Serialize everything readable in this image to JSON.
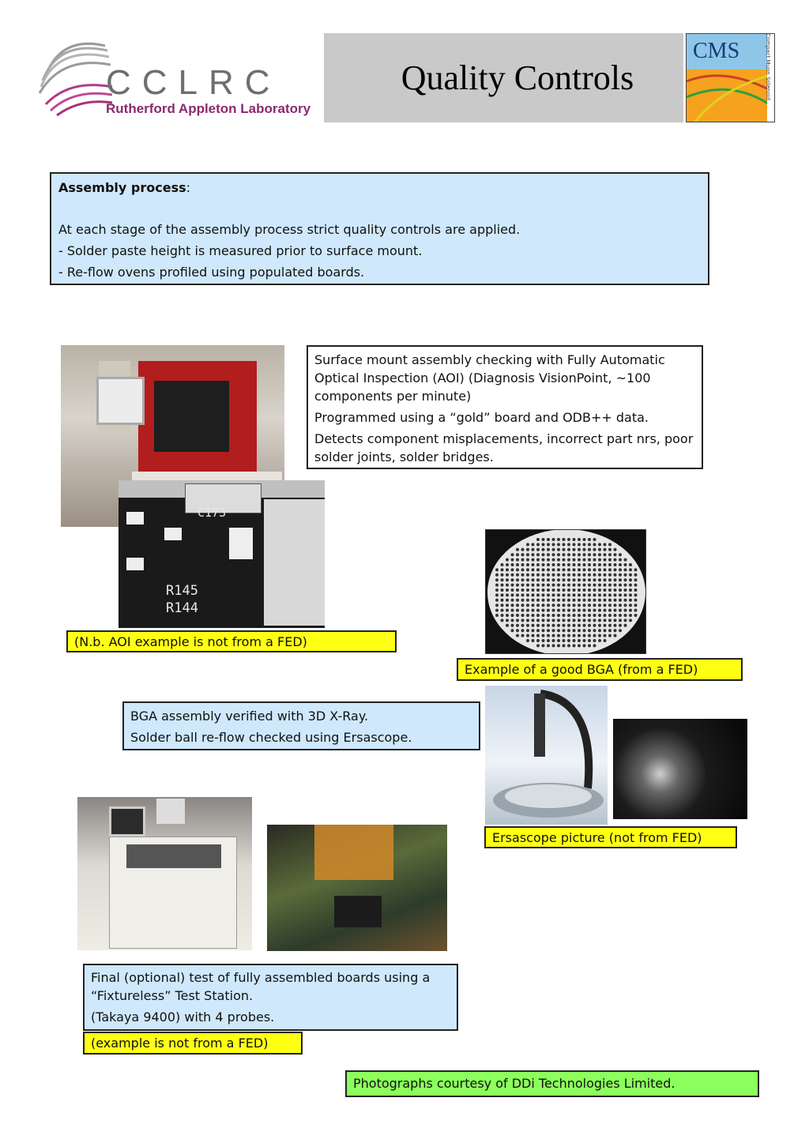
{
  "header": {
    "logo_cclrc": "CCLRC",
    "logo_sub": "Rutherford Appleton Laboratory",
    "title": "Quality Controls",
    "cms_logo": "CMS",
    "cms_side_text": "Compact Muon Solenoid"
  },
  "assembly": {
    "heading": "Assembly process",
    "heading_suffix": ":",
    "line1": "At each stage of the assembly process strict quality controls are applied.",
    "line2": "- Solder paste height is measured prior to surface mount.",
    "line3": "- Re-flow ovens profiled using populated boards."
  },
  "aoi": {
    "text1": "Surface mount assembly checking with Fully Automatic Optical Inspection (AOI) (Diagnosis VisionPoint, ~100 components per minute)",
    "text2": "Programmed using a “gold” board and ODB++ data.",
    "text3": "Detects component misplacements, incorrect part nrs, poor solder joints, solder bridges.",
    "caption": "(N.b. AOI example is not from a FED)",
    "screen_label1": "R145",
    "screen_label2": "R144",
    "screen_label3": "C173"
  },
  "bga": {
    "caption": "Example of a good BGA (from a FED)",
    "text1": "BGA assembly verified with 3D X-Ray.",
    "text2": "Solder ball re-flow checked using Ersascope."
  },
  "ersascope": {
    "caption": "Ersascope picture (not from FED)"
  },
  "final_test": {
    "text1": "Final (optional) test of fully assembled boards using a “Fixtureless” Test Station.",
    "text2": " (Takaya 9400) with 4 probes.",
    "caption": "(example is not from a FED)"
  },
  "footer": {
    "credit": "Photographs courtesy of DDi Technologies Limited."
  },
  "colors": {
    "box_blue": "#cfe8fb",
    "caption_yellow": "#ffff14",
    "credit_green": "#8cff5c",
    "title_grey": "#c9c9c9",
    "logo_purple": "#8a2a6e"
  }
}
